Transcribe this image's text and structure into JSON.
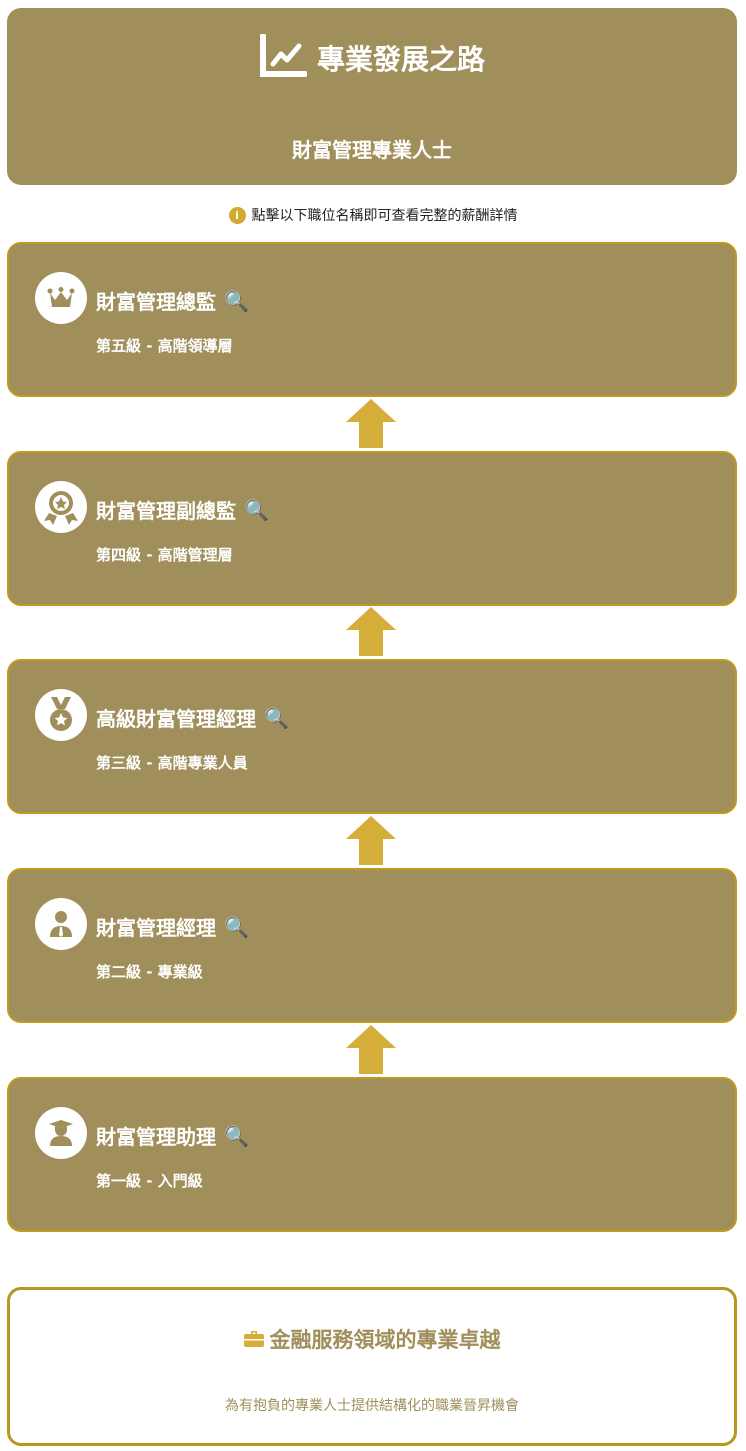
{
  "header": {
    "title": "專業發展之路",
    "subtitle": "財富管理專業人士"
  },
  "info": {
    "text": "點擊以下職位名稱即可查看完整的薪酬詳情"
  },
  "levels": [
    {
      "title": "財富管理總監",
      "subtitle": "第五級 - 高階領導層",
      "icon": "crown-icon"
    },
    {
      "title": "財富管理副總監",
      "subtitle": "第四級 - 高階管理層",
      "icon": "award-icon"
    },
    {
      "title": "高級財富管理經理",
      "subtitle": "第三級 - 高階專業人員",
      "icon": "medal-icon"
    },
    {
      "title": "財富管理經理",
      "subtitle": "第二級 - 專業級",
      "icon": "user-tie-icon"
    },
    {
      "title": "財富管理助理",
      "subtitle": "第一級 - 入門級",
      "icon": "graduate-icon"
    }
  ],
  "footer": {
    "title": "金融服務領域的專業卓越",
    "subtitle": "為有抱負的專業人士提供結構化的職業晉昇機會"
  },
  "colors": {
    "card": "#a08f5b",
    "border": "#c09a1e",
    "arrow": "#d4ae38"
  }
}
